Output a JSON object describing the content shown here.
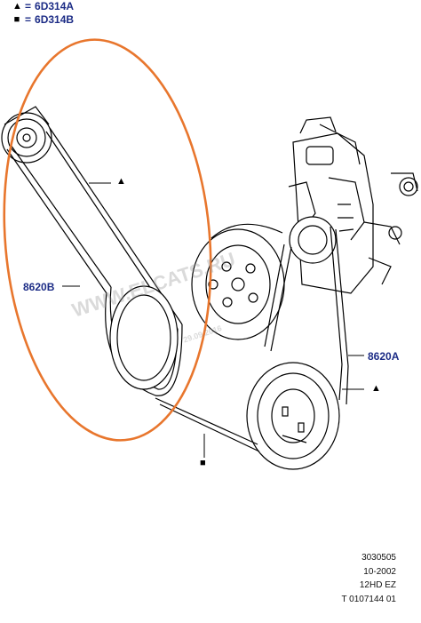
{
  "legend": {
    "items": [
      {
        "symbol": "▲",
        "separator": "=",
        "code": "6D314A"
      },
      {
        "symbol": "■",
        "separator": "=",
        "code": "6D314B"
      }
    ]
  },
  "callouts": {
    "belt_left": "8620B",
    "belt_right": "8620A"
  },
  "markers": {
    "triangle": "▲",
    "square": "■"
  },
  "watermark": {
    "text": "WWW.ELCATS.RU",
    "date": "29.09.2016"
  },
  "meta": {
    "line1": "3030505",
    "line2": "10-2002",
    "line3": "12HD EZ",
    "line4": "T 0107144 01"
  },
  "colors": {
    "highlight_ellipse": "#e8762d",
    "label_blue": "#1c2c86",
    "line": "#000000"
  }
}
